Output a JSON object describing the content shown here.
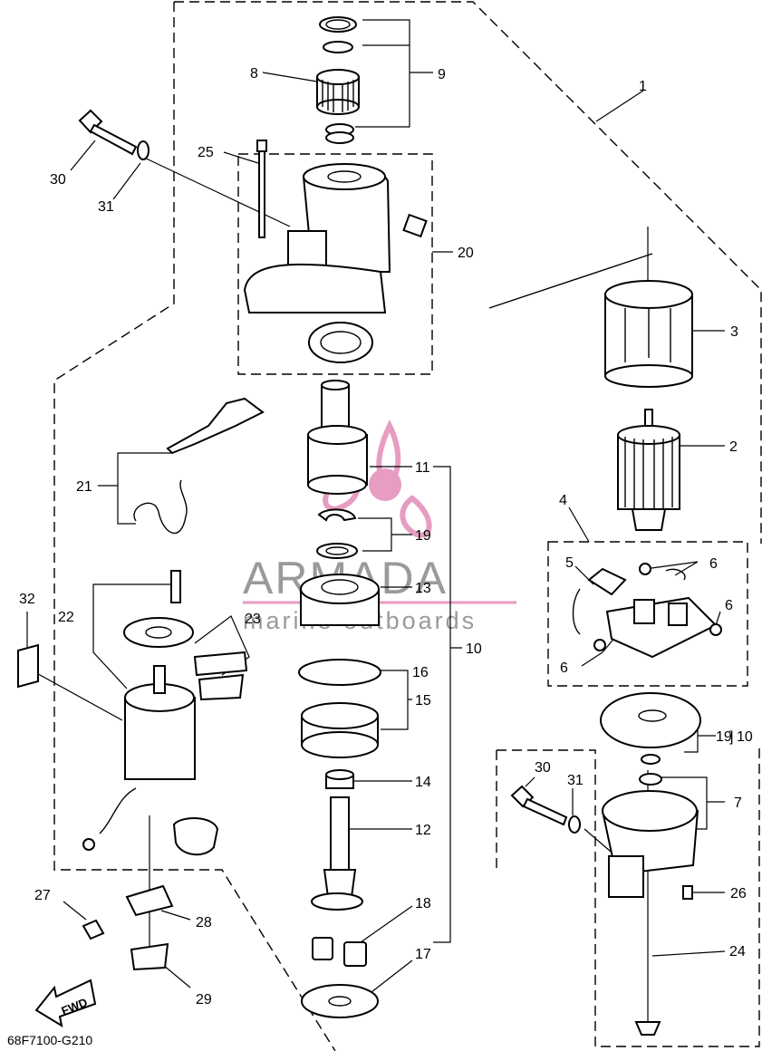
{
  "diagram": {
    "code": "68F7100-G210",
    "fwd_label": "FWD",
    "watermark": {
      "brand": "ARMADA",
      "tagline": "marine outboards"
    },
    "callouts": [
      {
        "id": "c1",
        "text": "1"
      },
      {
        "id": "c2",
        "text": "2"
      },
      {
        "id": "c3",
        "text": "3"
      },
      {
        "id": "c4",
        "text": "4"
      },
      {
        "id": "c5",
        "text": "5"
      },
      {
        "id": "c6a",
        "text": "6"
      },
      {
        "id": "c6b",
        "text": "6"
      },
      {
        "id": "c6c",
        "text": "6"
      },
      {
        "id": "c7",
        "text": "7"
      },
      {
        "id": "c8",
        "text": "8"
      },
      {
        "id": "c9",
        "text": "9"
      },
      {
        "id": "c10a",
        "text": "10"
      },
      {
        "id": "c10b",
        "text": "10"
      },
      {
        "id": "c11",
        "text": "11"
      },
      {
        "id": "c12",
        "text": "12"
      },
      {
        "id": "c13",
        "text": "13"
      },
      {
        "id": "c14",
        "text": "14"
      },
      {
        "id": "c15",
        "text": "15"
      },
      {
        "id": "c16",
        "text": "16"
      },
      {
        "id": "c17",
        "text": "17"
      },
      {
        "id": "c18",
        "text": "18"
      },
      {
        "id": "c19a",
        "text": "19"
      },
      {
        "id": "c19b",
        "text": "19"
      },
      {
        "id": "c20",
        "text": "20"
      },
      {
        "id": "c21",
        "text": "21"
      },
      {
        "id": "c22",
        "text": "22"
      },
      {
        "id": "c23",
        "text": "23"
      },
      {
        "id": "c24",
        "text": "24"
      },
      {
        "id": "c25",
        "text": "25"
      },
      {
        "id": "c26",
        "text": "26"
      },
      {
        "id": "c27",
        "text": "27"
      },
      {
        "id": "c28",
        "text": "28"
      },
      {
        "id": "c29",
        "text": "29"
      },
      {
        "id": "c30a",
        "text": "30"
      },
      {
        "id": "c30b",
        "text": "30"
      },
      {
        "id": "c31a",
        "text": "31"
      },
      {
        "id": "c31b",
        "text": "31"
      },
      {
        "id": "c32",
        "text": "32"
      }
    ]
  }
}
